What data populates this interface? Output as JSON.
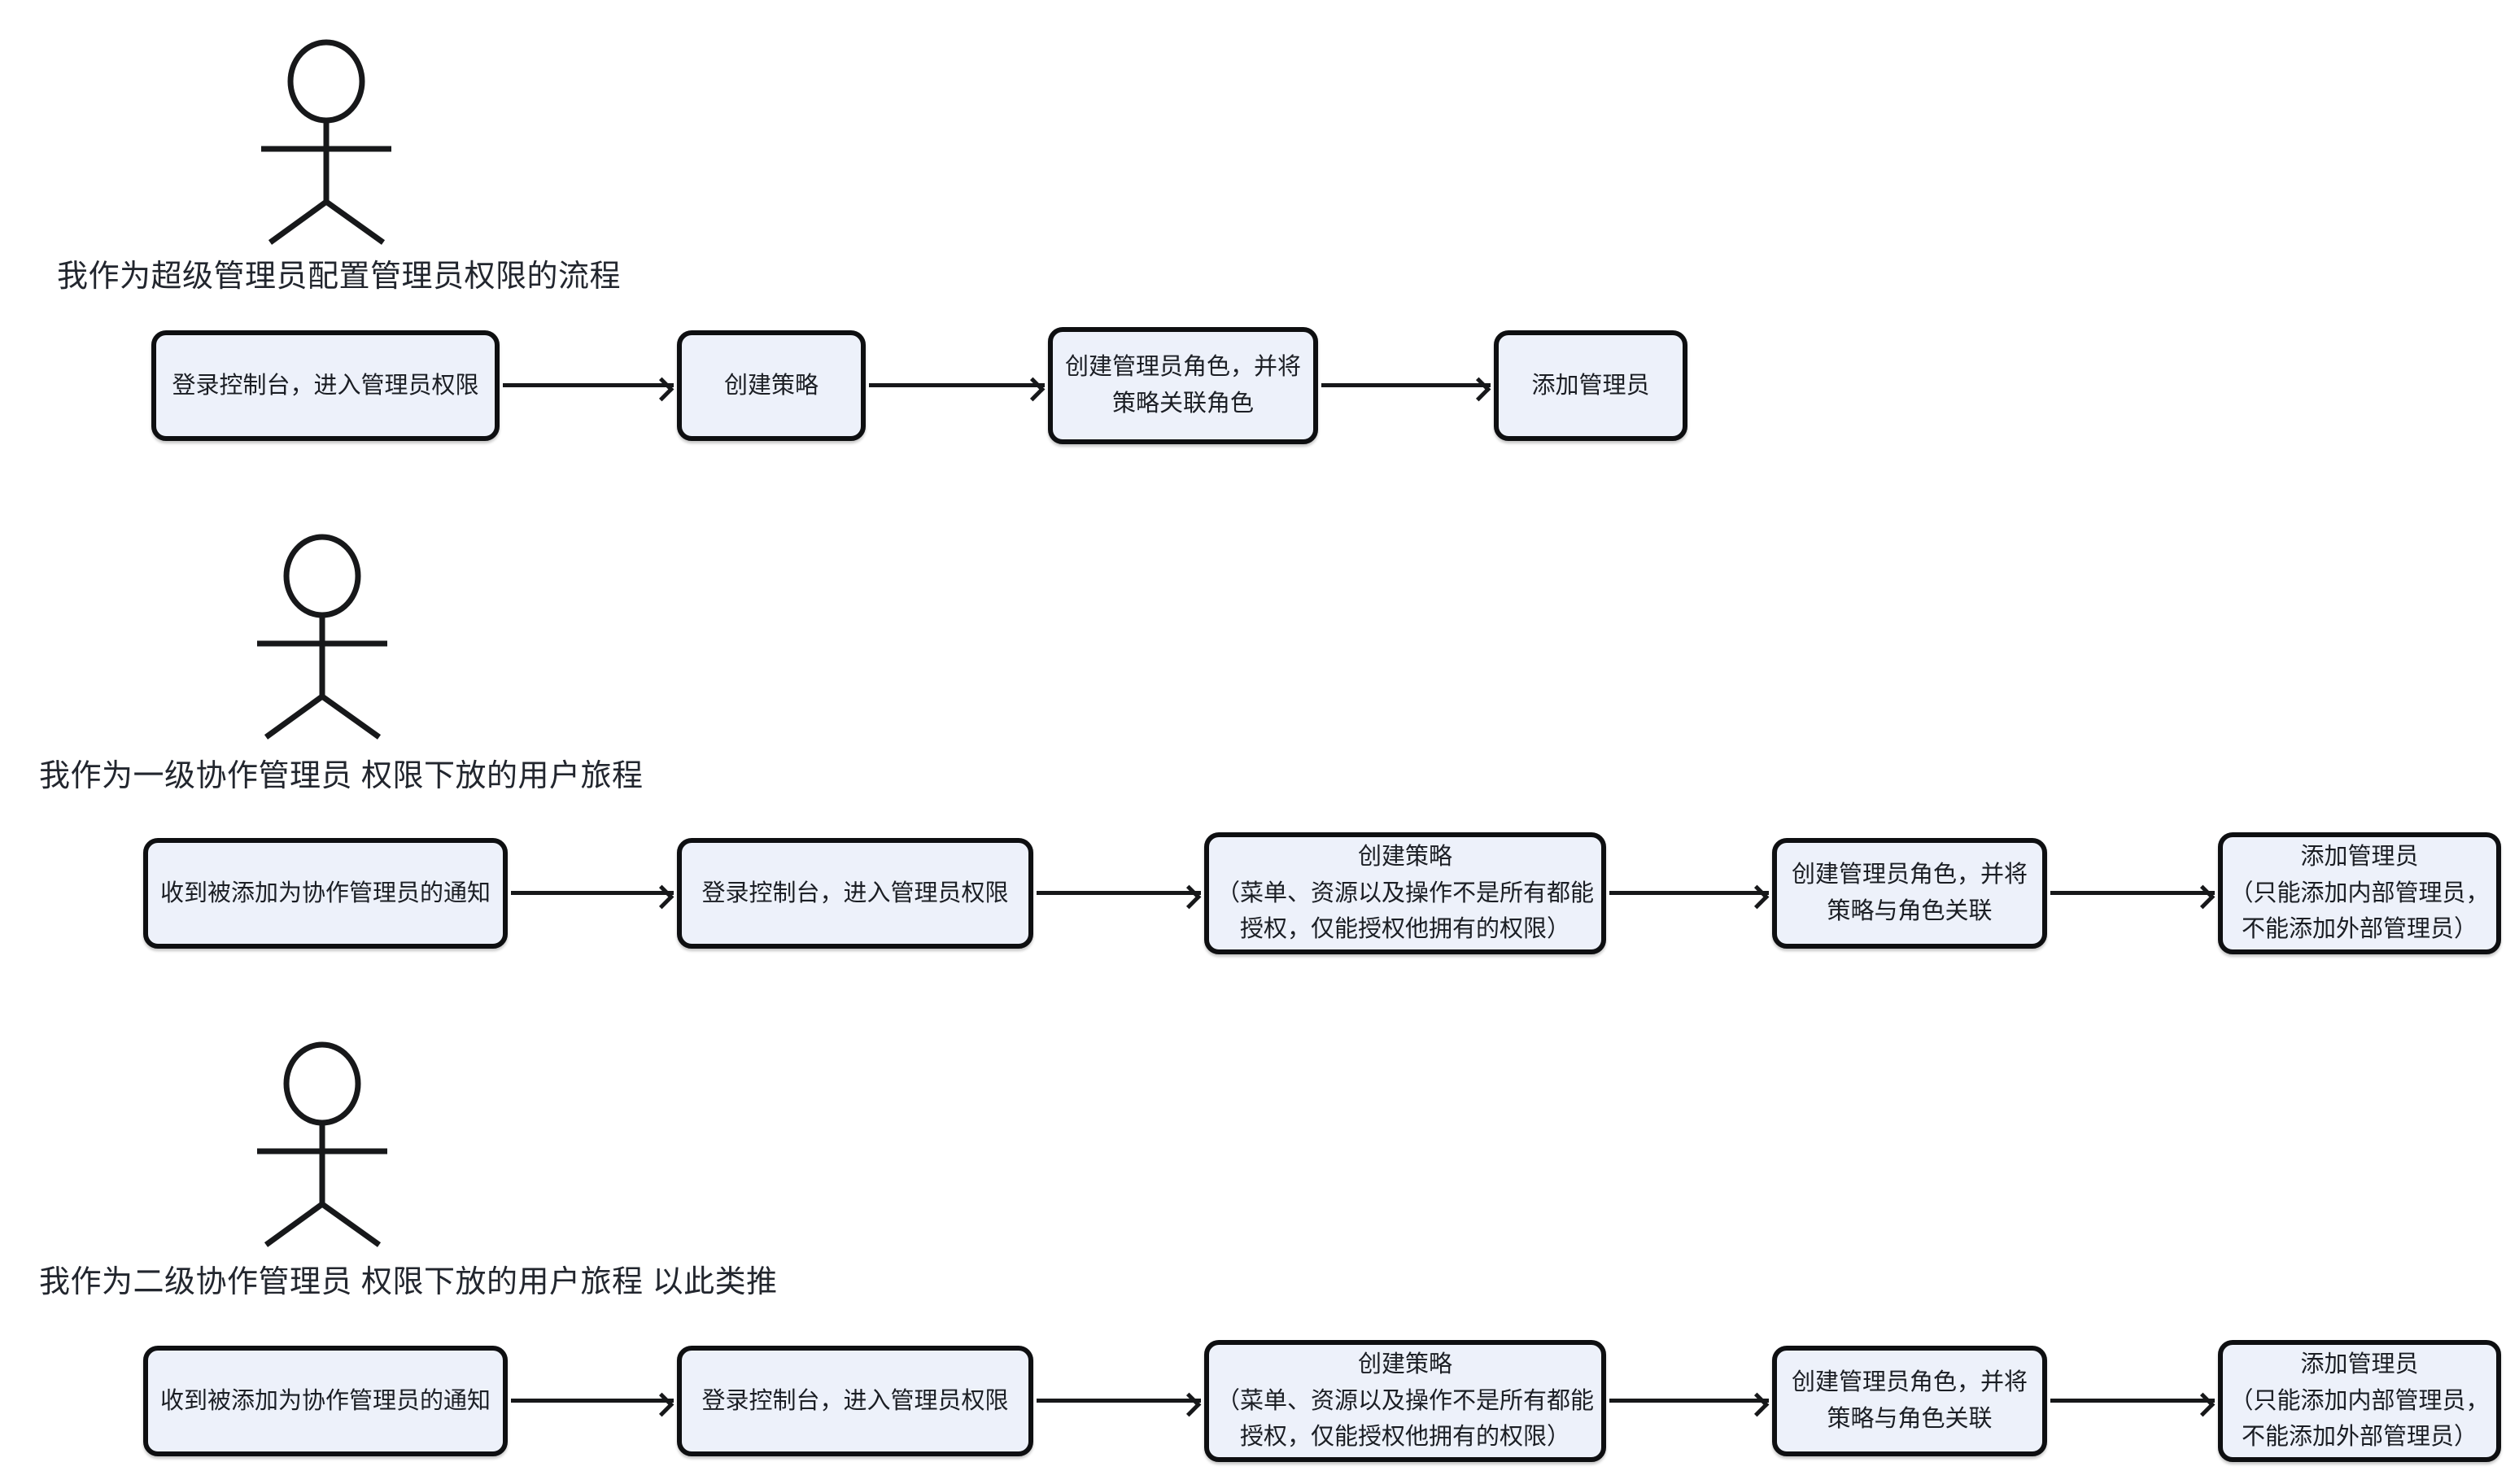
{
  "diagram": {
    "background": "#ffffff",
    "colors": {
      "background": "#ffffff",
      "box_fill": "#edf1fa",
      "box_border": "#0e0f11",
      "box_text": "#1b1e24",
      "title_text": "#22262e",
      "line": "#17181a"
    },
    "flows": [
      {
        "actor_icon": "stick-figure-actor-icon",
        "title": "我作为超级管理员配置管理员权限的流程",
        "steps": [
          "登录控制台，进入管理员权限",
          "创建策略",
          "创建管理员角色，并将\n策略关联角色",
          "添加管理员"
        ]
      },
      {
        "actor_icon": "stick-figure-actor-icon",
        "title": "我作为一级协作管理员 权限下放的用户旅程",
        "steps": [
          "收到被添加为协作管理员的通知",
          "登录控制台，进入管理员权限",
          "创建策略\n（菜单、资源以及操作不是所有都能\n授权，仅能授权他拥有的权限）",
          "创建管理员角色，并将\n策略与角色关联",
          "添加管理员\n（只能添加内部管理员，\n不能添加外部管理员）"
        ]
      },
      {
        "actor_icon": "stick-figure-actor-icon",
        "title": "我作为二级协作管理员 权限下放的用户旅程 以此类推",
        "steps": [
          "收到被添加为协作管理员的通知",
          "登录控制台，进入管理员权限",
          "创建策略\n（菜单、资源以及操作不是所有都能\n授权，仅能授权他拥有的权限）",
          "创建管理员角色，并将\n策略与角色关联",
          "添加管理员\n（只能添加内部管理员，\n不能添加外部管理员）"
        ]
      }
    ]
  }
}
